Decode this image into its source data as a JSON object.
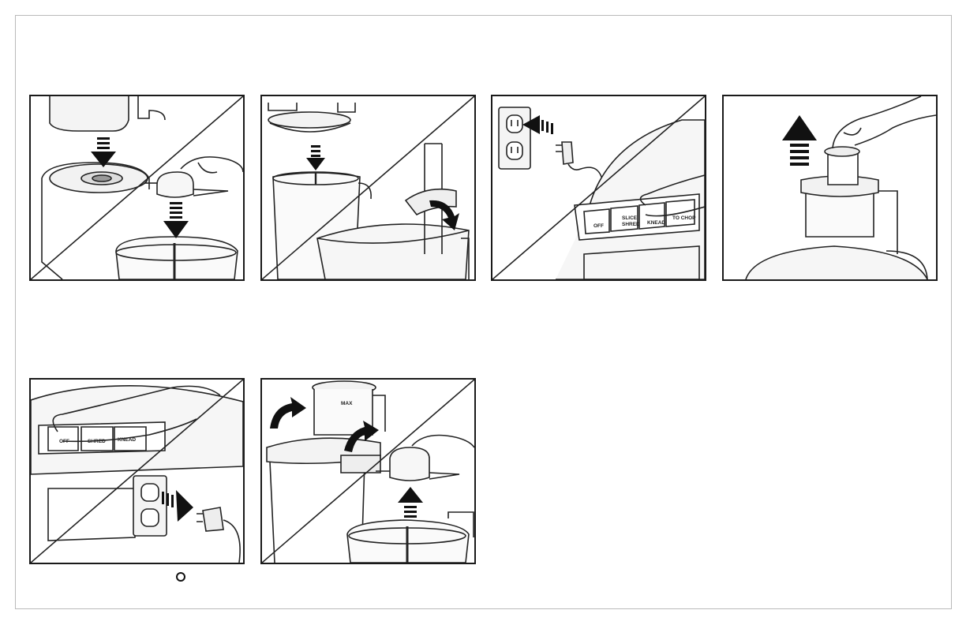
{
  "panels": [
    {
      "id": "step-1",
      "icon": "insert-blade-icon"
    },
    {
      "id": "step-2",
      "icon": "attach-lid-icon"
    },
    {
      "id": "step-3",
      "icon": "plug-in-icon"
    },
    {
      "id": "step-4",
      "icon": "remove-pusher-icon"
    },
    {
      "id": "step-5",
      "icon": "unplug-icon"
    },
    {
      "id": "step-6",
      "icon": "remove-lid-icon"
    }
  ],
  "control_panel_labels": {
    "off": "OFF",
    "slice": "SLICE",
    "shred": "SHRED",
    "knead": "KNEAD",
    "to_chop": "TO CHOP"
  },
  "feed_chute_label": "MAX",
  "power_symbol": "O"
}
